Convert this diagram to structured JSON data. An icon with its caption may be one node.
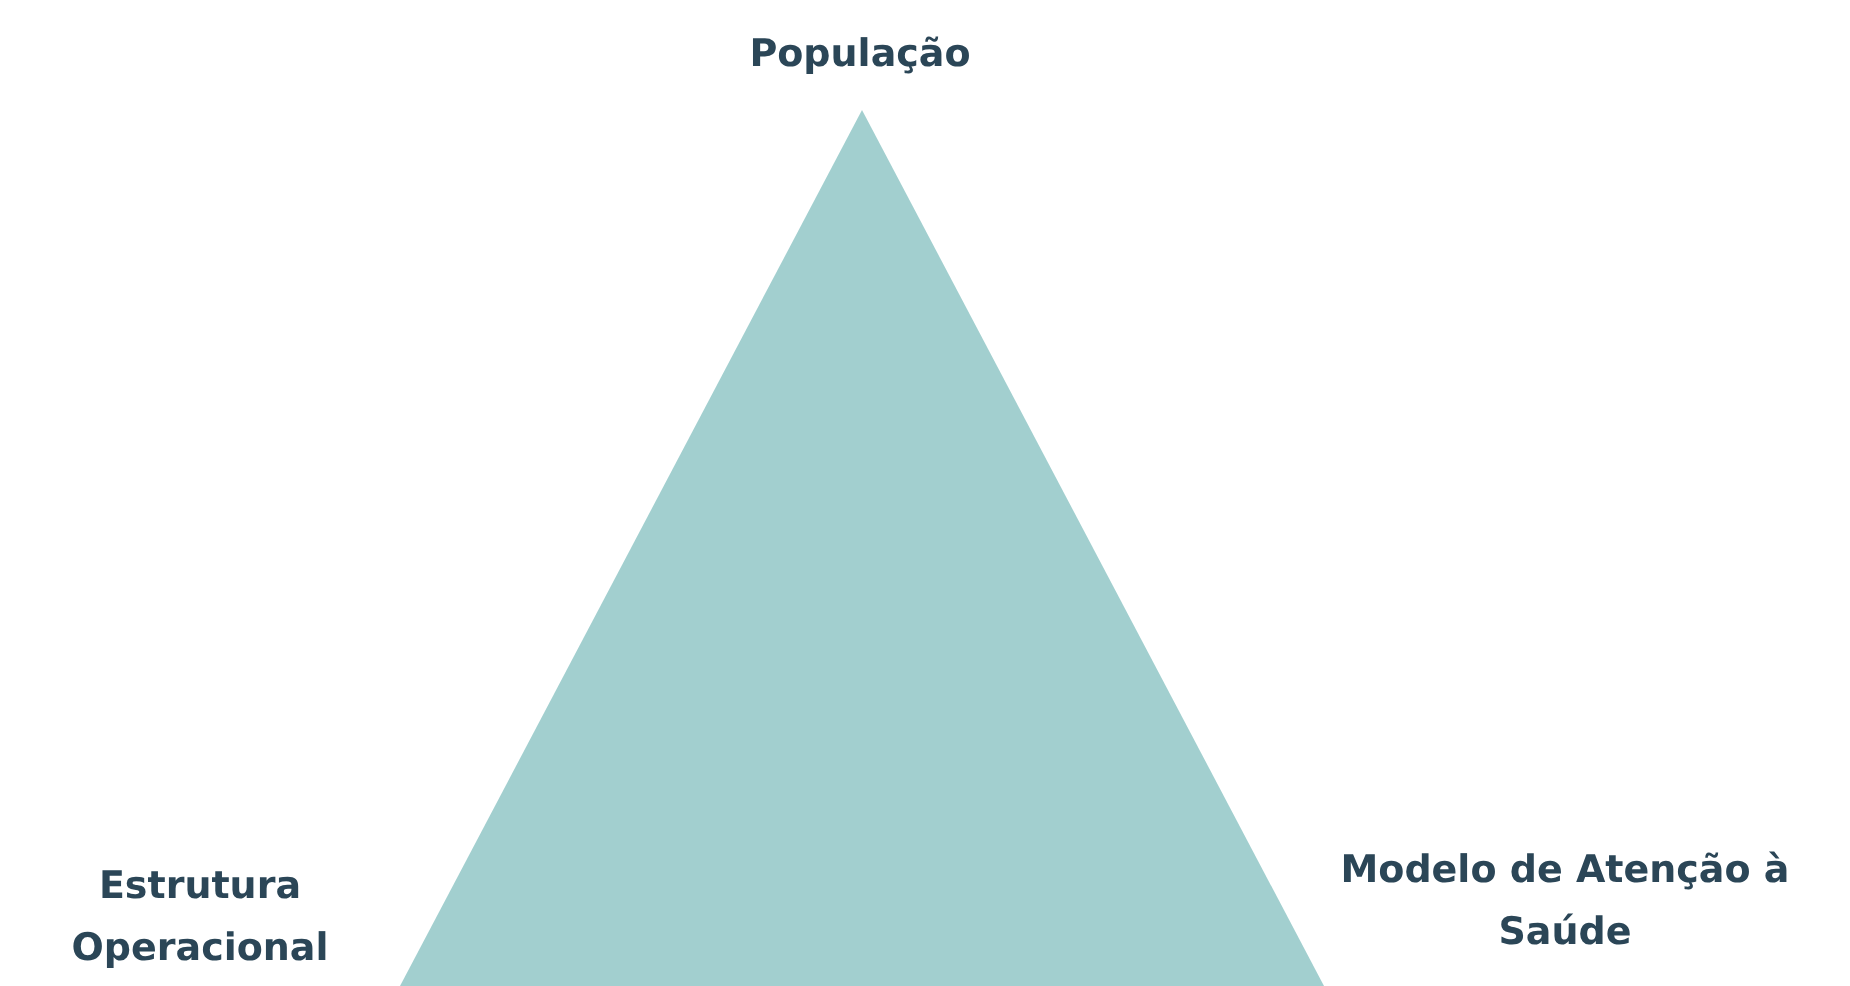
{
  "diagram": {
    "nodes": [
      {
        "text": [],
        "shape": "triangle",
        "beside": [
          "População",
          "Estrutura Operacional",
          "Modelo de Atenção à Saúde"
        ]
      }
    ]
  }
}
